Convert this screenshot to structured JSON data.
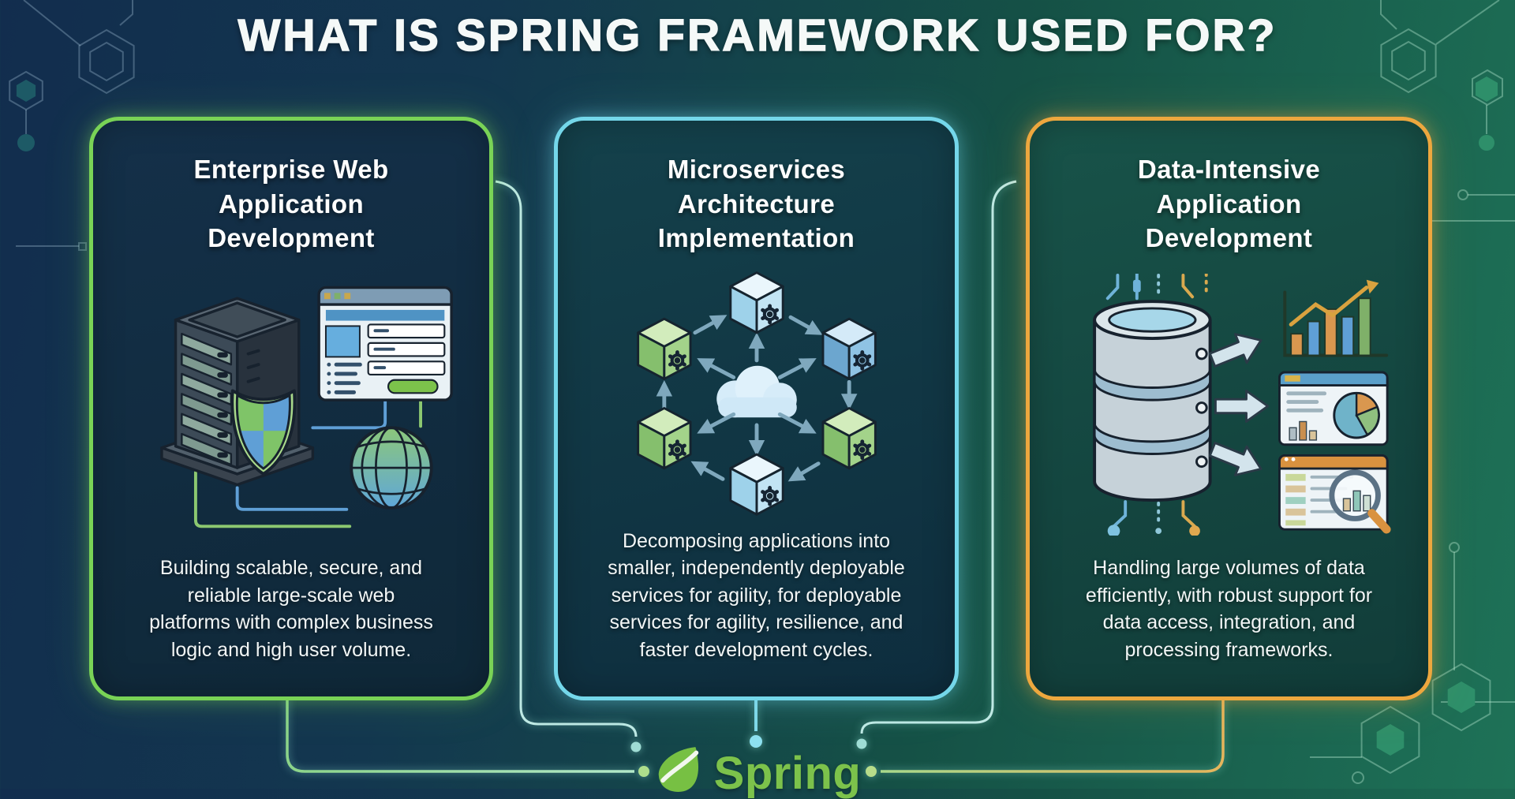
{
  "title": "WHAT IS SPRING FRAMEWORK USED FOR?",
  "cards": [
    {
      "title": "Enterprise Web\nApplication\nDevelopment",
      "description": "Building scalable, secure, and\nreliable large-scale web\nplatforms with complex business\nlogic and high user volume.",
      "accent_color": "#79d356",
      "illustration": "server-shield-browser-globe"
    },
    {
      "title": "Microservices\nArchitecture\nImplementation",
      "description": "Decomposing applications into\nsmaller, independently deployable\nservices for agility, for deployable\nservices for agility, resilience, and\nfaster development cycles.",
      "accent_color": "#74d7ea",
      "illustration": "service-cubes-cloud-network"
    },
    {
      "title": "Data-Intensive\nApplication\nDevelopment",
      "description": "Handling large volumes of data\nefficiently, with robust support for\ndata access, integration, and\nprocessing frameworks.",
      "accent_color": "#eda73e",
      "illustration": "database-analytics-dashboards"
    }
  ],
  "footer": {
    "brand": "Spring",
    "logo": "spring-leaf-icon"
  },
  "colors": {
    "background_left": "#122d4e",
    "background_right": "#1e7257",
    "text": "#ffffff",
    "spring_green": "#7cc24b"
  }
}
